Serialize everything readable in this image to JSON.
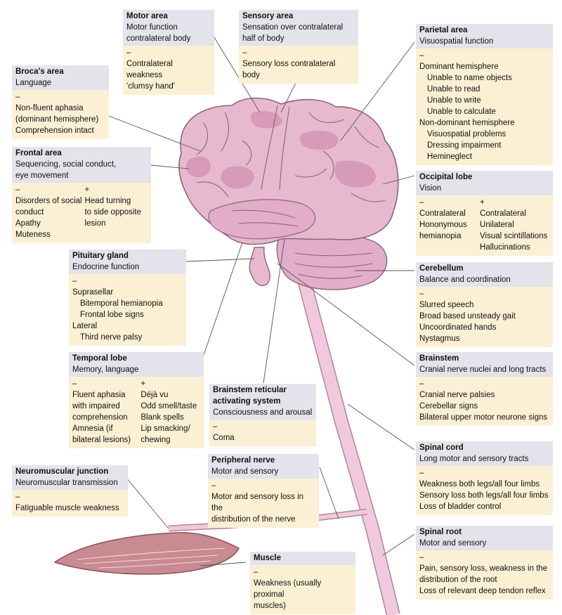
{
  "boxes": {
    "motor": {
      "title": "Motor area",
      "sub": [
        "Motor function",
        "contralateral body"
      ],
      "minus": "–",
      "items": [
        "Contralateral weakness",
        "'clumsy hand'"
      ]
    },
    "sensory": {
      "title": "Sensory area",
      "sub": [
        "Sensation over contralateral",
        "half of body"
      ],
      "minus": "–",
      "items": [
        "Sensory loss contralateral body"
      ]
    },
    "broca": {
      "title": "Broca's area",
      "sub": [
        "Language"
      ],
      "minus": "–",
      "items": [
        "Non-fluent aphasia",
        "(dominant hemisphere)",
        "Comprehension intact"
      ]
    },
    "frontal": {
      "title": "Frontal area",
      "sub": [
        "Sequencing, social conduct,",
        "eye movement"
      ],
      "minus": "–",
      "plus": "+",
      "left": [
        "Disorders of  social",
        "conduct",
        "Apathy",
        "Muteness"
      ],
      "right": [
        "Head turning",
        "to side opposite",
        "lesion"
      ]
    },
    "parietal": {
      "title": "Parietal area",
      "sub": [
        "Visuospatial function"
      ],
      "minus": "–",
      "items": [
        "Dominant hemisphere",
        "Unable to name objects",
        "Unable to read",
        "Unable to write",
        "Unable to calculate",
        "Non-dominant hemisphere",
        "Visuospatial problems",
        "Dressing impairment",
        "Hemineglect"
      ]
    },
    "occipital": {
      "title": "Occipital lobe",
      "sub": [
        "Vision"
      ],
      "minus": "–",
      "plus": "+",
      "left": [
        "Contralateral",
        "Hononymous",
        "hemianopia"
      ],
      "right": [
        "Contralateral",
        "Unilateral",
        "Visual scintillations",
        "Hallucinations"
      ]
    },
    "pituitary": {
      "title": "Pituitary gland",
      "sub": [
        "Endocrine function"
      ],
      "minus": "–",
      "items": [
        "Suprasellar",
        "Bitemporal hemianopia",
        "Frontal lobe signs",
        "Lateral",
        "Third nerve palsy"
      ]
    },
    "cerebellum": {
      "title": "Cerebellum",
      "sub": [
        "Balance and coordination"
      ],
      "minus": "–",
      "items": [
        "Slurred speech",
        "Broad based unsteady gait",
        "Uncoordinated hands",
        "Nystagmus"
      ]
    },
    "temporal": {
      "title": "Temporal lobe",
      "sub": [
        "Memory, language"
      ],
      "minus": "–",
      "plus": "+",
      "left": [
        "Fluent aphasia",
        "with impaired",
        "comprehension",
        "Amnesia (if",
        "bilateral lesions)"
      ],
      "right": [
        "Déjà vu",
        "Odd smell/taste",
        "Blank spells",
        "Lip smacking/",
        "chewing"
      ]
    },
    "brainstem": {
      "title": "Brainstem",
      "sub": [
        "Cranial nerve nuclei and long tracts"
      ],
      "minus": "–",
      "items": [
        "Cranial nerve palsies",
        "Cerebellar signs",
        "Bilateral upper motor neurone signs"
      ]
    },
    "reticular": {
      "title": "Brainstem reticular",
      "title2": "activating system",
      "sub": [
        "Consciousness and arousal"
      ],
      "minus": "–",
      "items": [
        "Coma"
      ]
    },
    "neuromuscular": {
      "title": "Neuromuscular junction",
      "sub": [
        "Neuromuscular transmission"
      ],
      "minus": "–",
      "items": [
        "Fatiguable muscle weakness"
      ]
    },
    "peripheral": {
      "title": "Peripheral nerve",
      "sub": [
        "Motor and sensory"
      ],
      "minus": "–",
      "items": [
        "Motor and sensory loss in the",
        "distribution of the nerve"
      ]
    },
    "spinalcord": {
      "title": "Spinal cord",
      "sub": [
        "Long motor and sensory tracts"
      ],
      "minus": "–",
      "items": [
        "Weakness both legs/all four limbs",
        "Sensory loss both legs/all four limbs",
        "Loss of bladder control"
      ]
    },
    "spinalroot": {
      "title": "Spinal root",
      "sub": [
        "Motor and sensory"
      ],
      "minus": "–",
      "items": [
        "Pain, sensory loss, weakness in the",
        "distribution of the root",
        "Loss of relevant deep tendon reflex"
      ]
    },
    "muscle": {
      "title": "Muscle",
      "minus": "–",
      "items": [
        "Weakness (usually proximal",
        "muscles)"
      ]
    }
  },
  "colors": {
    "brain": "#e7b9cf",
    "brain_dark": "#d79ab9",
    "outline": "#8d6478",
    "header": "#e4e2ea",
    "body": "#fbf0d4"
  }
}
